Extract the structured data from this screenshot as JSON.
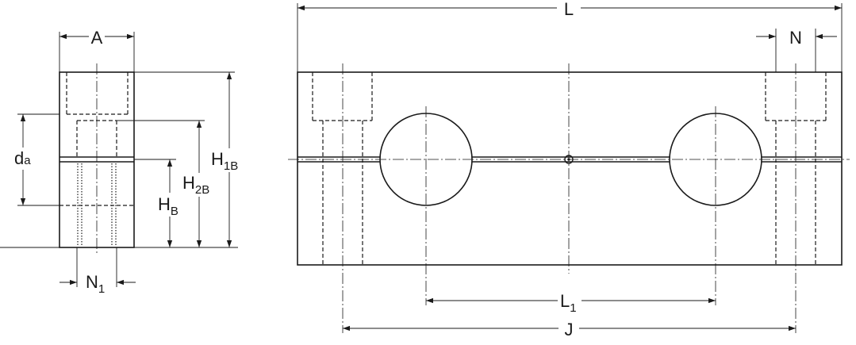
{
  "labels": {
    "A": "A",
    "L": "L",
    "N": "N",
    "N1": {
      "base": "N",
      "sub": "1"
    },
    "da": {
      "base": "d",
      "sub": "a"
    },
    "H1B": {
      "base": "H",
      "sub": "1B"
    },
    "H2B": {
      "base": "H",
      "sub": "2B"
    },
    "HB": {
      "base": "H",
      "sub": "B"
    },
    "L1": {
      "base": "L",
      "sub": "1"
    },
    "J": "J"
  }
}
